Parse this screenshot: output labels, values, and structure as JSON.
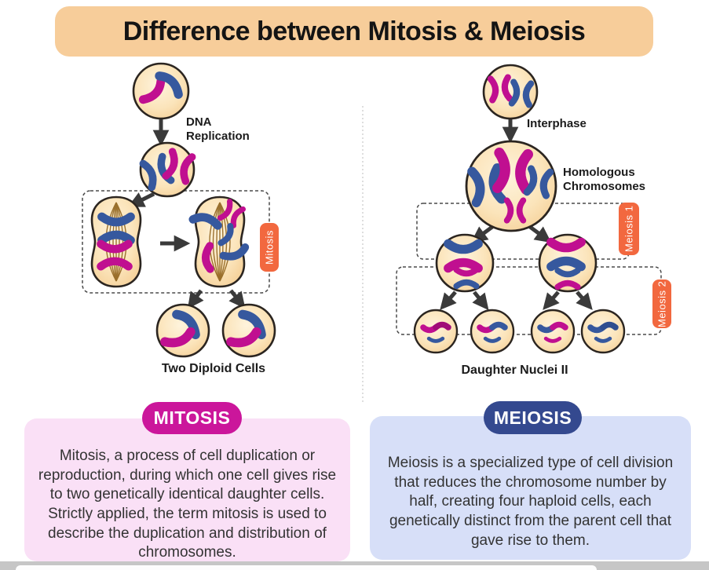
{
  "header": {
    "title": "Difference between Mitosis & Meiosis"
  },
  "diagram": {
    "mitosis": {
      "step_label": "DNA\nReplication",
      "stage_tag": "Mitosis",
      "result_label": "Two Diploid Cells"
    },
    "meiosis": {
      "step_label": "Interphase",
      "pair_label": "Homologous\nChromosomes",
      "stage1_tag": "Meiosis 1",
      "stage2_tag": "Meiosis 2",
      "result_label": "Daughter Nuclei II"
    }
  },
  "panels": {
    "mitosis": {
      "badge": "MITOSIS",
      "description": "Mitosis, a process of cell duplication or reproduction, during which one cell gives rise to two genetically identical daughter cells. Strictly applied, the term mitosis is used to describe the duplication and distribution of chromosomes."
    },
    "meiosis": {
      "badge": "MEIOSIS",
      "description": "Meiosis is a specialized type of cell division that reduces the chromosome number by half, creating four haploid cells, each genetically distinct from the parent cell that gave rise to them."
    }
  },
  "colors": {
    "banner_bg": "#F7CD9A",
    "badge_mitosis": "#CB169B",
    "badge_meiosis": "#34498F",
    "panel_mitosis_bg": "#FAE0F6",
    "panel_meiosis_bg": "#D7DFF8",
    "stage_tag_bg": "#F2683F",
    "chromosome_blue": "#36589E",
    "chromosome_magenta": "#C00F90",
    "cell_fill": "#FBE4BA",
    "cell_border": "#2B2520"
  }
}
